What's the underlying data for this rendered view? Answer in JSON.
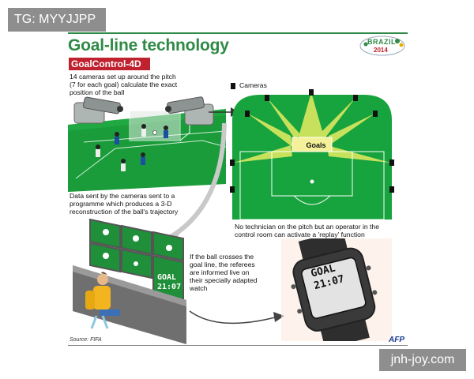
{
  "overlay": {
    "tg": "TG: MYYJJPP",
    "watermark": "jnh-joy.com"
  },
  "header": {
    "title": "Goal-line technology",
    "subtitle": "GoalControl-4D",
    "logo_line1": "BRAZIL",
    "logo_line2": "2014"
  },
  "captions": {
    "cameras_setup": [
      "14 cameras set up around the pitch",
      "(7 for each goal) calculate the exact",
      "position of the ball"
    ],
    "cameras_legend": "Cameras",
    "goals_label": "Goals",
    "data_sent": [
      "Data sent by the cameras sent to a",
      "programme which produces a 3-D",
      "reconstruction of the ball's trajectory"
    ],
    "no_technician": [
      "No technician on the pitch but an operator in the",
      "control room can activate a 'replay' function"
    ],
    "ball_crosses": [
      "If the ball crosses the",
      "goal line, the referees",
      "are informed live on",
      "their specially adapted",
      "watch"
    ]
  },
  "screen_display": {
    "line1": "GOAL",
    "line2": "21:07"
  },
  "watch_display": {
    "line1": "GOAL",
    "line2": "21:07"
  },
  "footer": {
    "source": "Source: FIFA",
    "agency": "AFP"
  },
  "colors": {
    "accent_green": "#2f8a46",
    "accent_red": "#c0212e",
    "pitch_green": "#17a33d",
    "beam_yellow": "#e8ec62"
  }
}
